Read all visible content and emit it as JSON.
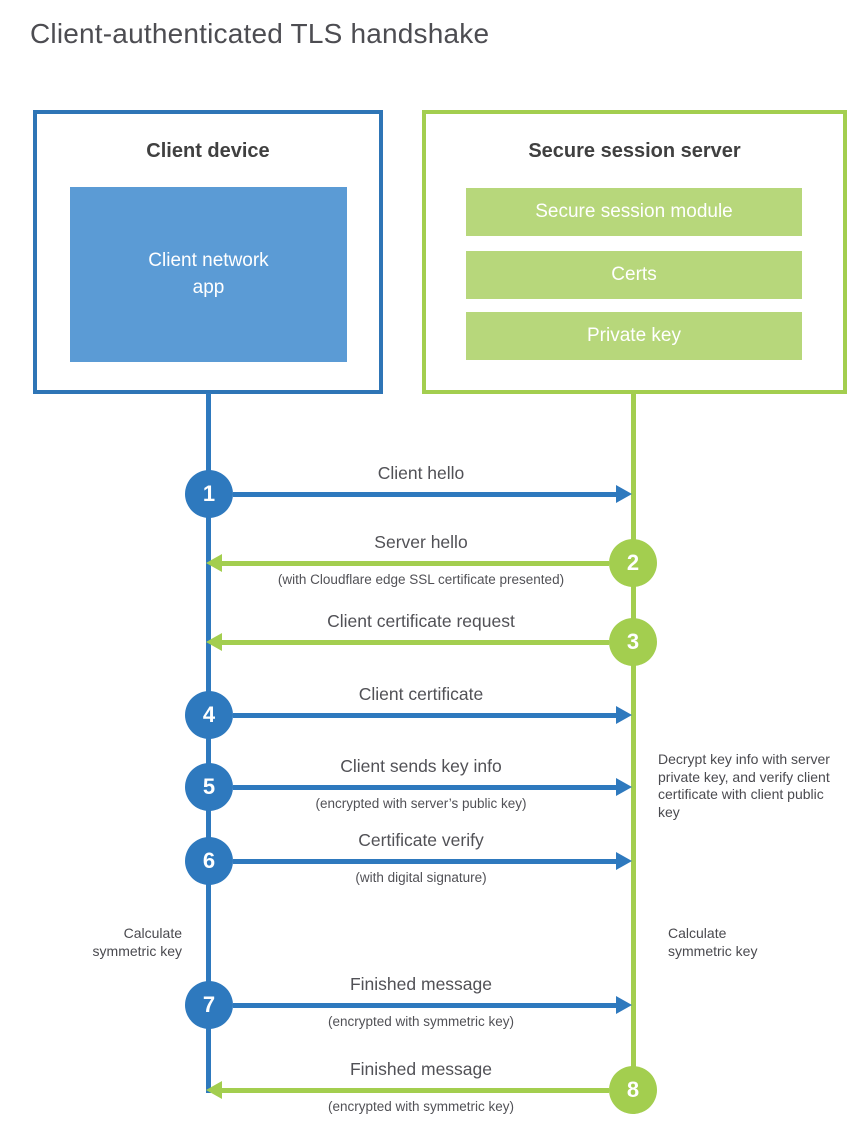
{
  "title": "Client-authenticated TLS handshake",
  "colors": {
    "blue": "#2e79be",
    "blue_border": "#2e75b6",
    "blue_fill": "#5b9bd5",
    "green": "#a3ce4f",
    "green_fill": "#b7d77b",
    "heading_text": "#404040",
    "label_text": "#515156"
  },
  "client_box": {
    "title": "Client device",
    "app": "Client network app"
  },
  "server_box": {
    "title": "Secure session server",
    "modules": [
      "Secure session module",
      "Certs",
      "Private key"
    ]
  },
  "steps": [
    {
      "number": "1",
      "from": "client",
      "label": "Client hello",
      "sublabel": ""
    },
    {
      "number": "2",
      "from": "server",
      "label": "Server hello",
      "sublabel": "(with Cloudflare edge SSL certificate presented)"
    },
    {
      "number": "3",
      "from": "server",
      "label": "Client certificate request",
      "sublabel": ""
    },
    {
      "number": "4",
      "from": "client",
      "label": "Client certificate",
      "sublabel": ""
    },
    {
      "number": "5",
      "from": "client",
      "label": "Client sends key info",
      "sublabel": "(encrypted with server’s public key)"
    },
    {
      "number": "6",
      "from": "client",
      "label": "Certificate verify",
      "sublabel": "(with digital signature)"
    },
    {
      "number": "7",
      "from": "client",
      "label": "Finished message",
      "sublabel": "(encrypted with symmetric key)"
    },
    {
      "number": "8",
      "from": "server",
      "label": "Finished message",
      "sublabel": "(encrypted with symmetric key)"
    }
  ],
  "notes": {
    "decrypt": "Decrypt key info with server private key, and verify client certificate with client public key",
    "calculate_left": "Calculate symmetric key",
    "calculate_right": "Calculate symmetric key"
  }
}
